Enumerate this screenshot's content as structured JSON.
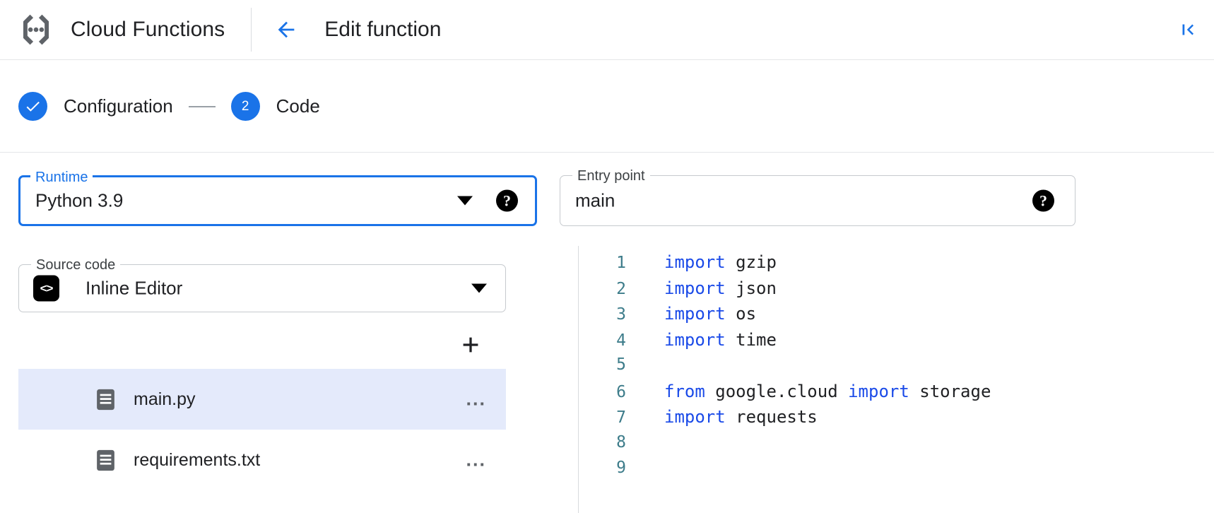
{
  "header": {
    "product_logo": "cloud-functions-logo",
    "product_title": "Cloud Functions",
    "back_icon": "arrow-left-icon",
    "page_title": "Edit function",
    "collapse_icon": "first-page-icon",
    "accent_color": "#1a73e8"
  },
  "stepper": {
    "steps": [
      {
        "marker": "check",
        "label": "Configuration",
        "state": "completed"
      },
      {
        "marker": "2",
        "label": "Code",
        "state": "active"
      }
    ],
    "connector": "—"
  },
  "form": {
    "runtime": {
      "label": "Runtime",
      "value": "Python 3.9",
      "focused": true,
      "caret_icon": "chevron-down-icon",
      "help_icon": "help-icon",
      "help_glyph": "?"
    },
    "entry_point": {
      "label": "Entry point",
      "value": "main",
      "placeholder": "Entry point",
      "focused": false,
      "help_icon": "help-icon",
      "help_glyph": "?"
    },
    "source_code": {
      "label": "Source code",
      "value": "Inline Editor",
      "leading_icon": "code-brackets-icon",
      "leading_glyph": "<>",
      "caret_icon": "chevron-down-icon"
    }
  },
  "files": {
    "add_label": "+",
    "add_icon": "plus-icon",
    "more_glyph": "...",
    "items": [
      {
        "name": "main.py",
        "icon": "file-document-icon",
        "selected": true
      },
      {
        "name": "requirements.txt",
        "icon": "file-document-icon",
        "selected": false
      }
    ]
  },
  "editor": {
    "lines": [
      {
        "n": "1",
        "tokens": [
          {
            "t": "import",
            "k": true
          },
          {
            "t": " gzip",
            "k": false
          }
        ]
      },
      {
        "n": "2",
        "tokens": [
          {
            "t": "import",
            "k": true
          },
          {
            "t": " json",
            "k": false
          }
        ]
      },
      {
        "n": "3",
        "tokens": [
          {
            "t": "import",
            "k": true
          },
          {
            "t": " os",
            "k": false
          }
        ]
      },
      {
        "n": "4",
        "tokens": [
          {
            "t": "import",
            "k": true
          },
          {
            "t": " time",
            "k": false
          }
        ]
      },
      {
        "n": "5",
        "tokens": []
      },
      {
        "n": "6",
        "tokens": [
          {
            "t": "from",
            "k": true
          },
          {
            "t": " google.cloud ",
            "k": false
          },
          {
            "t": "import",
            "k": true
          },
          {
            "t": " storage",
            "k": false
          }
        ]
      },
      {
        "n": "7",
        "tokens": [
          {
            "t": "import",
            "k": true
          },
          {
            "t": " requests",
            "k": false
          }
        ]
      },
      {
        "n": "8",
        "tokens": []
      },
      {
        "n": "9",
        "tokens": []
      }
    ]
  },
  "colors": {
    "accent": "#1a73e8",
    "selected_row": "#e4eafb",
    "keyword": "#1a4ae8",
    "line_number": "#3d7c8a",
    "divider": "#e4e6e8"
  }
}
